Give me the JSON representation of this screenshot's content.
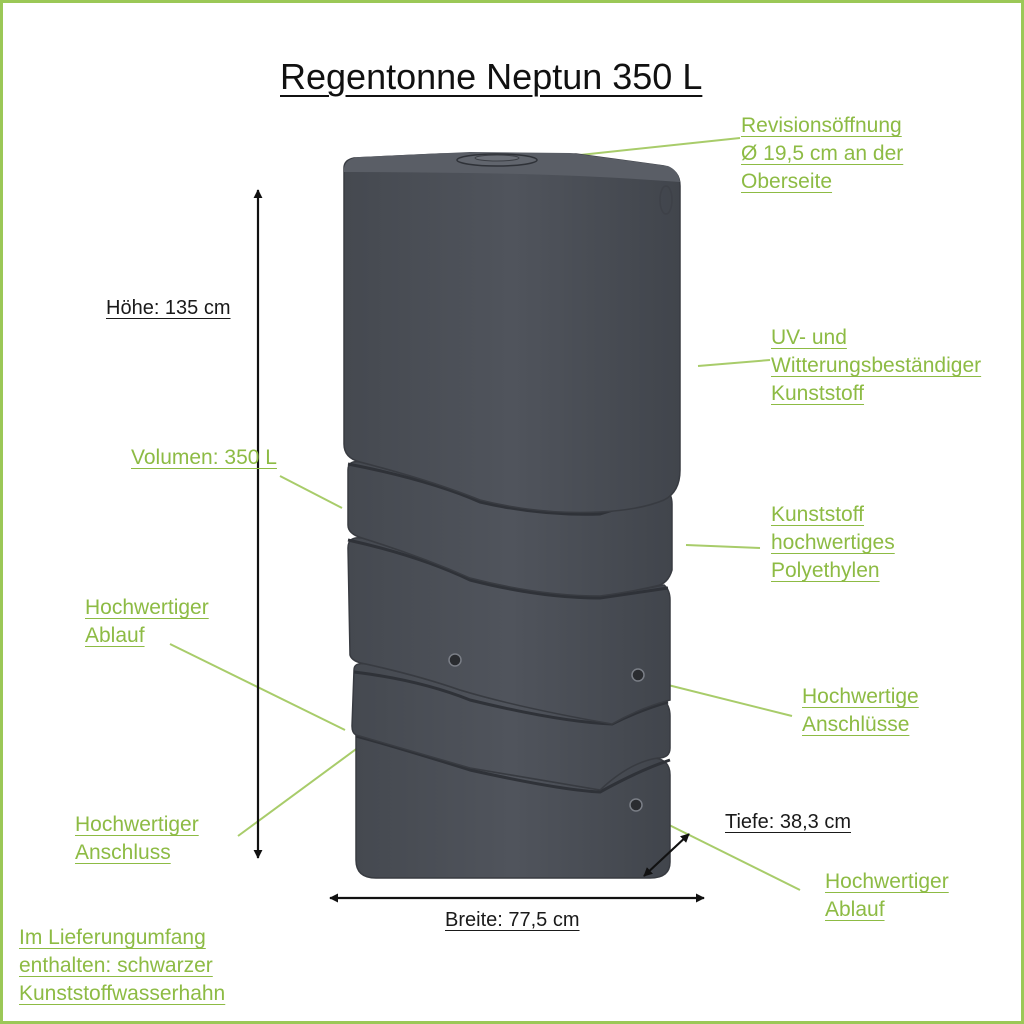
{
  "title": "Regentonne Neptun 350 L",
  "colors": {
    "frame": "#9bc857",
    "annotation_text": "#8dbb44",
    "leader_line": "#a8cc6a",
    "tank": "#4c5058",
    "dimension_text": "#1a1a1a"
  },
  "dimensions": {
    "height": "Höhe: 135 cm",
    "width": "Breite: 77,5 cm",
    "depth": "Tiefe: 38,3 cm"
  },
  "annotations": {
    "inspection_opening": [
      "Revisionsöffnung",
      "Ø 19,5 cm an der",
      "Oberseite"
    ],
    "uv_material": [
      "UV- und",
      "Witterungsbeständiger",
      "Kunststoff"
    ],
    "volume": [
      "Volumen: 350 L"
    ],
    "polyethylene": [
      "Kunststoff",
      "hochwertiges",
      "Polyethylen"
    ],
    "drain_left": [
      "Hochwertiger",
      "Ablauf"
    ],
    "connections_right": [
      "Hochwertige",
      "Anschlüsse"
    ],
    "connection_left": [
      "Hochwertiger",
      "Anschluss"
    ],
    "drain_right": [
      "Hochwertiger",
      "Ablauf"
    ],
    "delivery_scope": [
      "Im Lieferungumfang",
      "enthalten: schwarzer",
      "Kunststoffwasserhahn"
    ]
  }
}
